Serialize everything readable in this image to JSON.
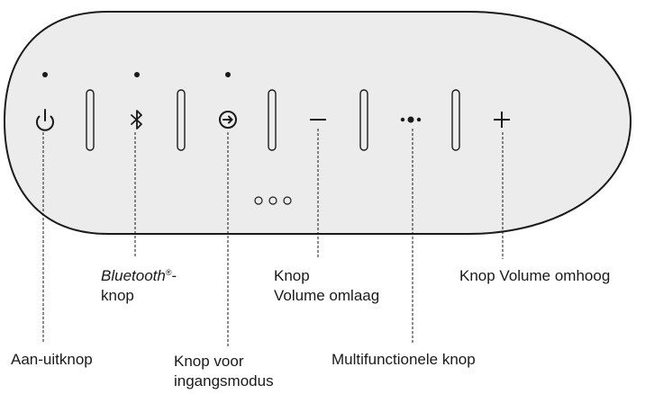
{
  "buttons": [
    {
      "id": "power",
      "icon": "power-icon",
      "led": true
    },
    {
      "id": "bluetooth",
      "icon": "bluetooth-icon",
      "led": true
    },
    {
      "id": "input",
      "icon": "input-mode-icon",
      "led": true
    },
    {
      "id": "volume-down",
      "icon": "minus-icon",
      "led": false
    },
    {
      "id": "multifunction",
      "icon": "multifunction-dots-icon",
      "led": false
    },
    {
      "id": "volume-up",
      "icon": "plus-icon",
      "led": false
    }
  ],
  "labels": {
    "power": "Aan-uitknop",
    "bluetooth_word": "Bluetooth",
    "bluetooth_mark": "®",
    "bluetooth_dash": "-",
    "bluetooth_line2": "knop",
    "input_line1": "Knop voor",
    "input_line2": "ingangsmodus",
    "voldown_line1": "Knop",
    "voldown_line2": "Volume omlaag",
    "multifunction": "Multifunctionele knop",
    "volup": "Knop Volume omhoog"
  },
  "colors": {
    "panel_fill": "#ececec",
    "panel_stroke": "#1a1a1a",
    "icon": "#1a1a1a"
  }
}
